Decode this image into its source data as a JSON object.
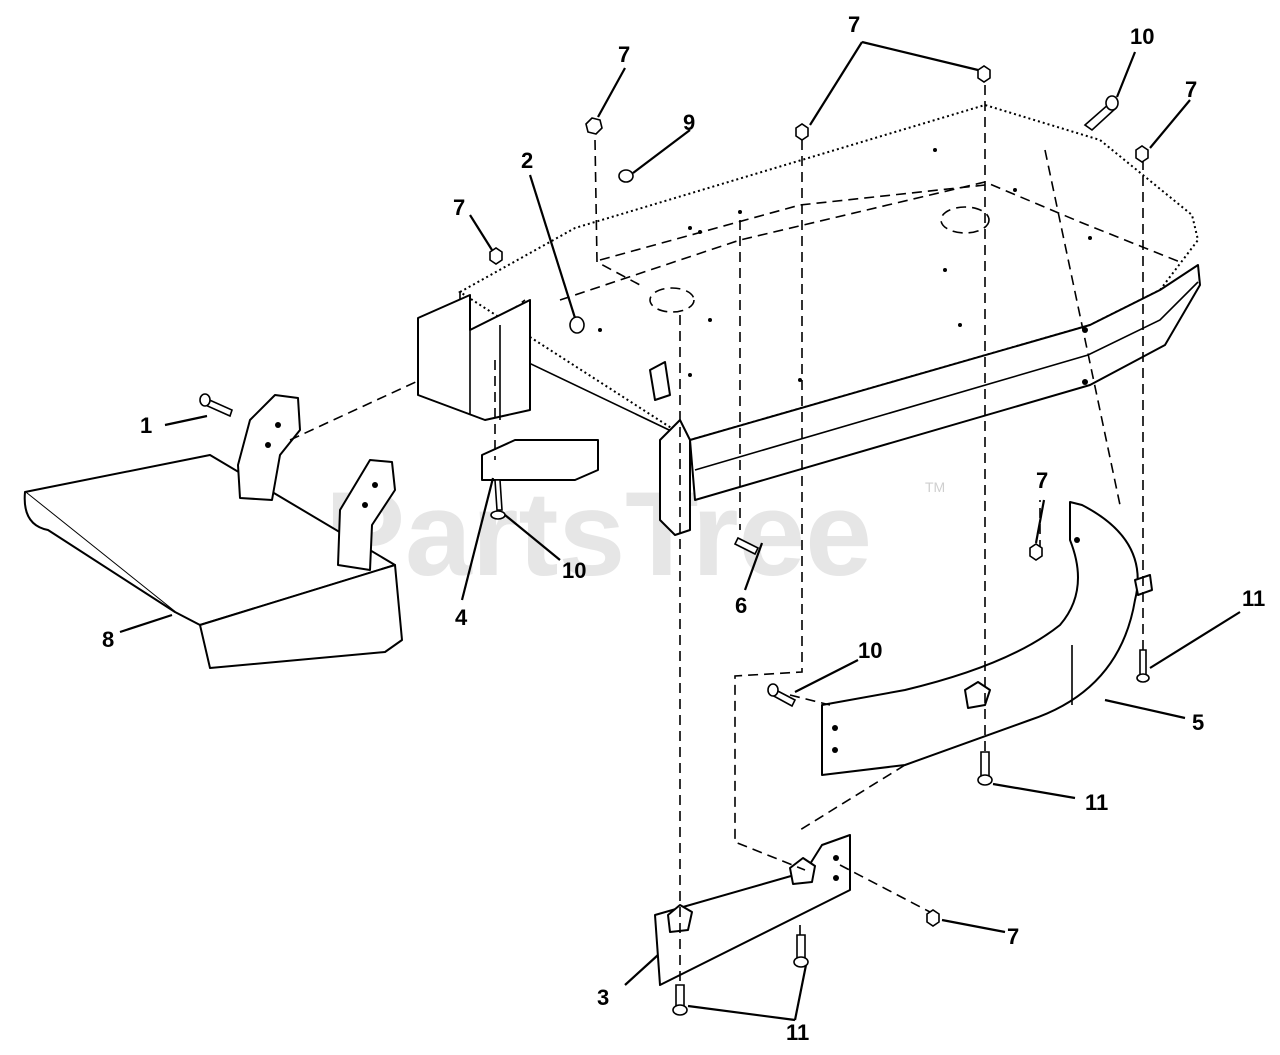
{
  "watermark": {
    "text": "PartsTree",
    "trademark": "TM"
  },
  "callouts": [
    {
      "id": "c1",
      "label": "1"
    },
    {
      "id": "c2",
      "label": "2"
    },
    {
      "id": "c3",
      "label": "3"
    },
    {
      "id": "c4",
      "label": "4"
    },
    {
      "id": "c5",
      "label": "5"
    },
    {
      "id": "c6",
      "label": "6"
    },
    {
      "id": "c7a",
      "label": "7"
    },
    {
      "id": "c7b",
      "label": "7"
    },
    {
      "id": "c7c",
      "label": "7"
    },
    {
      "id": "c7d",
      "label": "7"
    },
    {
      "id": "c7e",
      "label": "7"
    },
    {
      "id": "c7f",
      "label": "7"
    },
    {
      "id": "c8",
      "label": "8"
    },
    {
      "id": "c9",
      "label": "9"
    },
    {
      "id": "c10a",
      "label": "10"
    },
    {
      "id": "c10b",
      "label": "10"
    },
    {
      "id": "c10c",
      "label": "10"
    },
    {
      "id": "c11a",
      "label": "11"
    },
    {
      "id": "c11b",
      "label": "11"
    },
    {
      "id": "c11c",
      "label": "11"
    }
  ]
}
